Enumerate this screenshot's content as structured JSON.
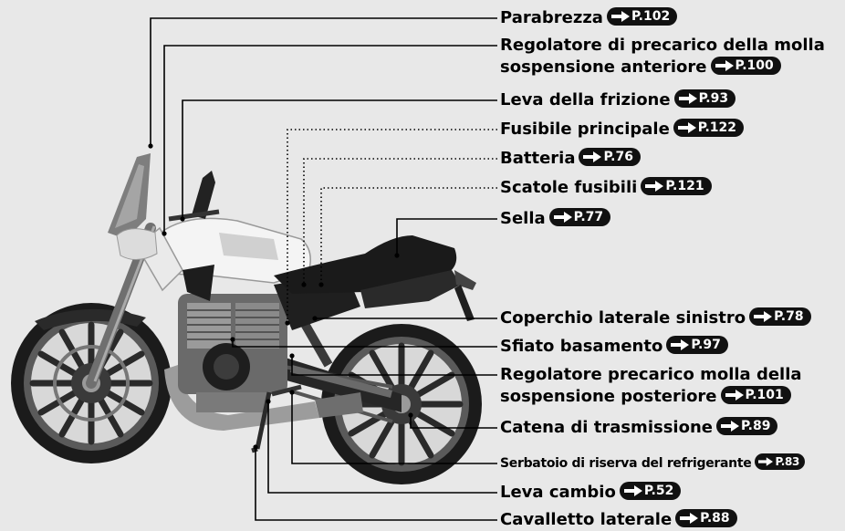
{
  "labels": [
    {
      "id": "parabrezza",
      "text": "Parabrezza",
      "ref": "P.102"
    },
    {
      "id": "regolatore-anteriore",
      "line1": "Regolatore di precarico della molla",
      "line2": "sospensione anteriore",
      "ref": "P.100"
    },
    {
      "id": "leva-frizione",
      "text": "Leva della frizione",
      "ref": "P.93"
    },
    {
      "id": "fusibile-principale",
      "text": "Fusibile principale",
      "ref": "P.122"
    },
    {
      "id": "batteria",
      "text": "Batteria",
      "ref": "P.76"
    },
    {
      "id": "scatole-fusibili",
      "text": "Scatole fusibili",
      "ref": "P.121"
    },
    {
      "id": "sella",
      "text": "Sella",
      "ref": "P.77"
    },
    {
      "id": "coperchio-laterale",
      "text": "Coperchio laterale sinistro",
      "ref": "P.78"
    },
    {
      "id": "sfiato-basamento",
      "text": "Sfiato basamento",
      "ref": "P.97"
    },
    {
      "id": "regolatore-posteriore",
      "line1": "Regolatore precarico molla della",
      "line2": "sospensione posteriore",
      "ref": "P.101"
    },
    {
      "id": "catena",
      "text": "Catena di trasmissione",
      "ref": "P.89"
    },
    {
      "id": "serbatoio",
      "text": "Serbatoio di riserva del refrigerante",
      "ref": "P.83"
    },
    {
      "id": "leva-cambio",
      "text": "Leva cambio",
      "ref": "P.52"
    },
    {
      "id": "cavalletto",
      "text": "Cavalletto laterale",
      "ref": "P.88"
    }
  ]
}
